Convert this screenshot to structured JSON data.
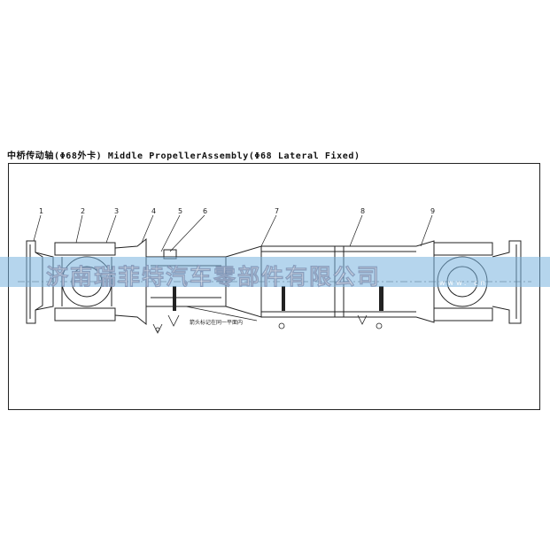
{
  "title": "中桥传动轴(Φ68外卡) Middle PropellerAssembly(Φ68 Lateral Fixed)",
  "balloons": [
    "1",
    "2",
    "3",
    "4",
    "5",
    "6",
    "7",
    "8",
    "9"
  ],
  "note": "箭头标记在同一平面内",
  "watermark": {
    "company": "济南瑞菲特汽车零部件有限公司",
    "url": "www.           cn"
  },
  "colors": {
    "line": "#222222",
    "watermark_band": "#78b2de",
    "watermark_text": "#ffffff"
  }
}
